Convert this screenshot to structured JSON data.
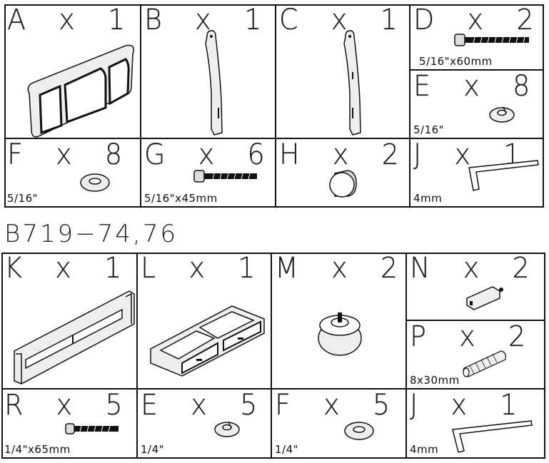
{
  "top_parts": [
    {
      "letter": "A",
      "qty": "1",
      "size": "",
      "icon": "headboard-panel-icon"
    },
    {
      "letter": "B",
      "qty": "1",
      "size": "",
      "icon": "side-rail-left-icon"
    },
    {
      "letter": "C",
      "qty": "1",
      "size": "",
      "icon": "side-rail-right-icon"
    },
    {
      "letter": "D",
      "qty": "2",
      "size": "5/16\"x60mm",
      "icon": "long-bolt-icon"
    },
    {
      "letter": "E",
      "qty": "8",
      "size": "5/16\"",
      "icon": "lock-washer-icon"
    },
    {
      "letter": "F",
      "qty": "8",
      "size": "5/16\"",
      "icon": "flat-washer-icon"
    },
    {
      "letter": "G",
      "qty": "6",
      "size": "5/16\"x45mm",
      "icon": "bolt-icon"
    },
    {
      "letter": "H",
      "qty": "2",
      "size": "",
      "icon": "cap-icon"
    },
    {
      "letter": "J",
      "qty": "1",
      "size": "4mm",
      "icon": "allen-key-icon"
    }
  ],
  "model_number": "B719−74,76",
  "bottom_parts": [
    {
      "letter": "K",
      "qty": "1",
      "size": "",
      "icon": "footboard-icon"
    },
    {
      "letter": "L",
      "qty": "1",
      "size": "",
      "icon": "drawer-icon"
    },
    {
      "letter": "M",
      "qty": "2",
      "size": "",
      "icon": "knob-icon"
    },
    {
      "letter": "N",
      "qty": "2",
      "size": "",
      "icon": "connector-block-icon"
    },
    {
      "letter": "P",
      "qty": "2",
      "size": "8x30mm",
      "icon": "dowel-icon"
    },
    {
      "letter": "R",
      "qty": "5",
      "size": "1/4\"x65mm",
      "icon": "bolt-icon"
    },
    {
      "letter": "E",
      "qty": "5",
      "size": "1/4\"",
      "icon": "lock-washer-icon"
    },
    {
      "letter": "F",
      "qty": "5",
      "size": "1/4\"",
      "icon": "flat-washer-icon"
    },
    {
      "letter": "J",
      "qty": "1",
      "size": "4mm",
      "icon": "allen-key-icon"
    }
  ]
}
